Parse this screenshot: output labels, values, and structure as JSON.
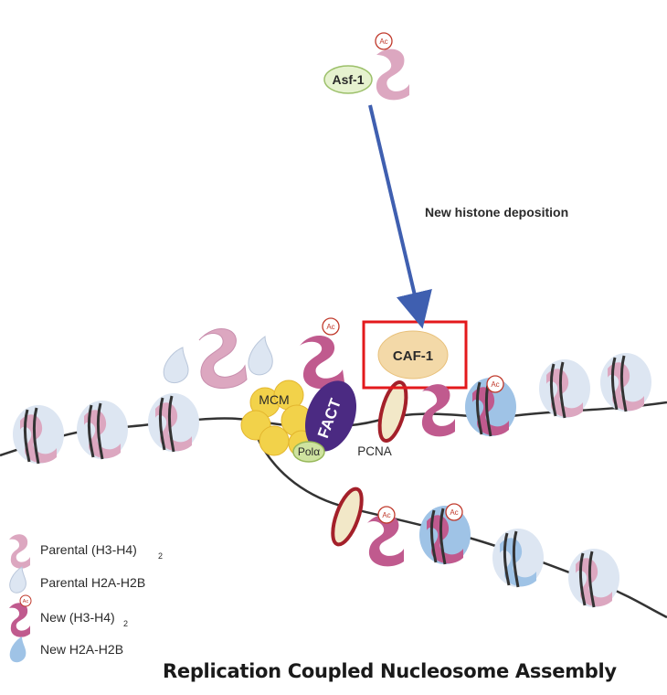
{
  "asf1": {
    "label": "Asf-1",
    "ac": "Ac"
  },
  "arrow_label": "New histone deposition",
  "caf1": {
    "label": "CAF-1"
  },
  "mcm": {
    "label": "MCM"
  },
  "fact": {
    "label": "FACT"
  },
  "pola": {
    "label": "Polα"
  },
  "pcna": {
    "label": "PCNA"
  },
  "ac_mark": "Ac",
  "legend": {
    "parental_h3h4": "Parental (H3-H4)",
    "parental_h3h4_sub": "2",
    "parental_h2a": "Parental H2A-H2B",
    "new_h3h4": "New (H3-H4)",
    "new_h3h4_sub": "2",
    "new_h2a": "New H2A-H2B"
  },
  "title": "Replication Coupled Nucleosome Assembly",
  "colors": {
    "highlight_box": "#e3191c",
    "arrow": "#3f5fb0",
    "caf1_fill": "#f3d9a8",
    "mcm_fill": "#f2d24a",
    "fact_fill": "#4b2a82",
    "pola_fill": "#cfe3a0",
    "pcna_ring": "#a4202a",
    "parental_h3h4": "#dca7c0",
    "parental_h2a": "#dde6f2",
    "new_h3h4": "#c05a8e",
    "new_h2a": "#9fc3e6"
  }
}
